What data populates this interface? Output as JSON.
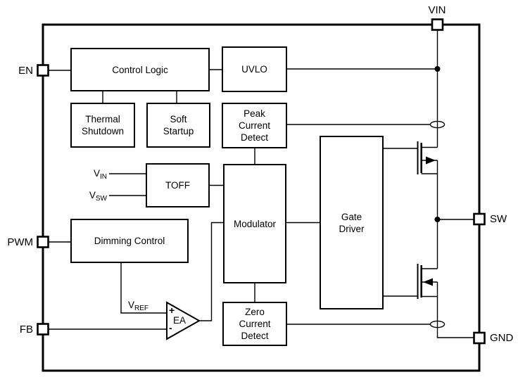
{
  "diagram": {
    "colors": {
      "line": "#000000",
      "background": "#ffffff",
      "text": "#000000"
    },
    "pins": {
      "vin": "VIN",
      "en": "EN",
      "pwm": "PWM",
      "fb": "FB",
      "sw": "SW",
      "gnd": "GND"
    },
    "blocks": {
      "control_logic": "Control Logic",
      "uvlo": "UVLO",
      "thermal_shutdown": "Thermal\nShutdown",
      "soft_startup": "Soft\nStartup",
      "peak_current_detect": "Peak\nCurrent\nDetect",
      "toff": "TOFF",
      "modulator": "Modulator",
      "gate_driver": "Gate\nDriver",
      "dimming_control": "Dimming Control",
      "zero_current_detect": "Zero\nCurrent\nDetect"
    },
    "signals": {
      "vin_sense": {
        "base": "V",
        "sub": "IN"
      },
      "vsw_sense": {
        "base": "V",
        "sub": "SW"
      },
      "vref": {
        "base": "V",
        "sub": "REF"
      }
    },
    "error_amp": {
      "label": "EA",
      "plus": "+",
      "minus": "-"
    }
  }
}
